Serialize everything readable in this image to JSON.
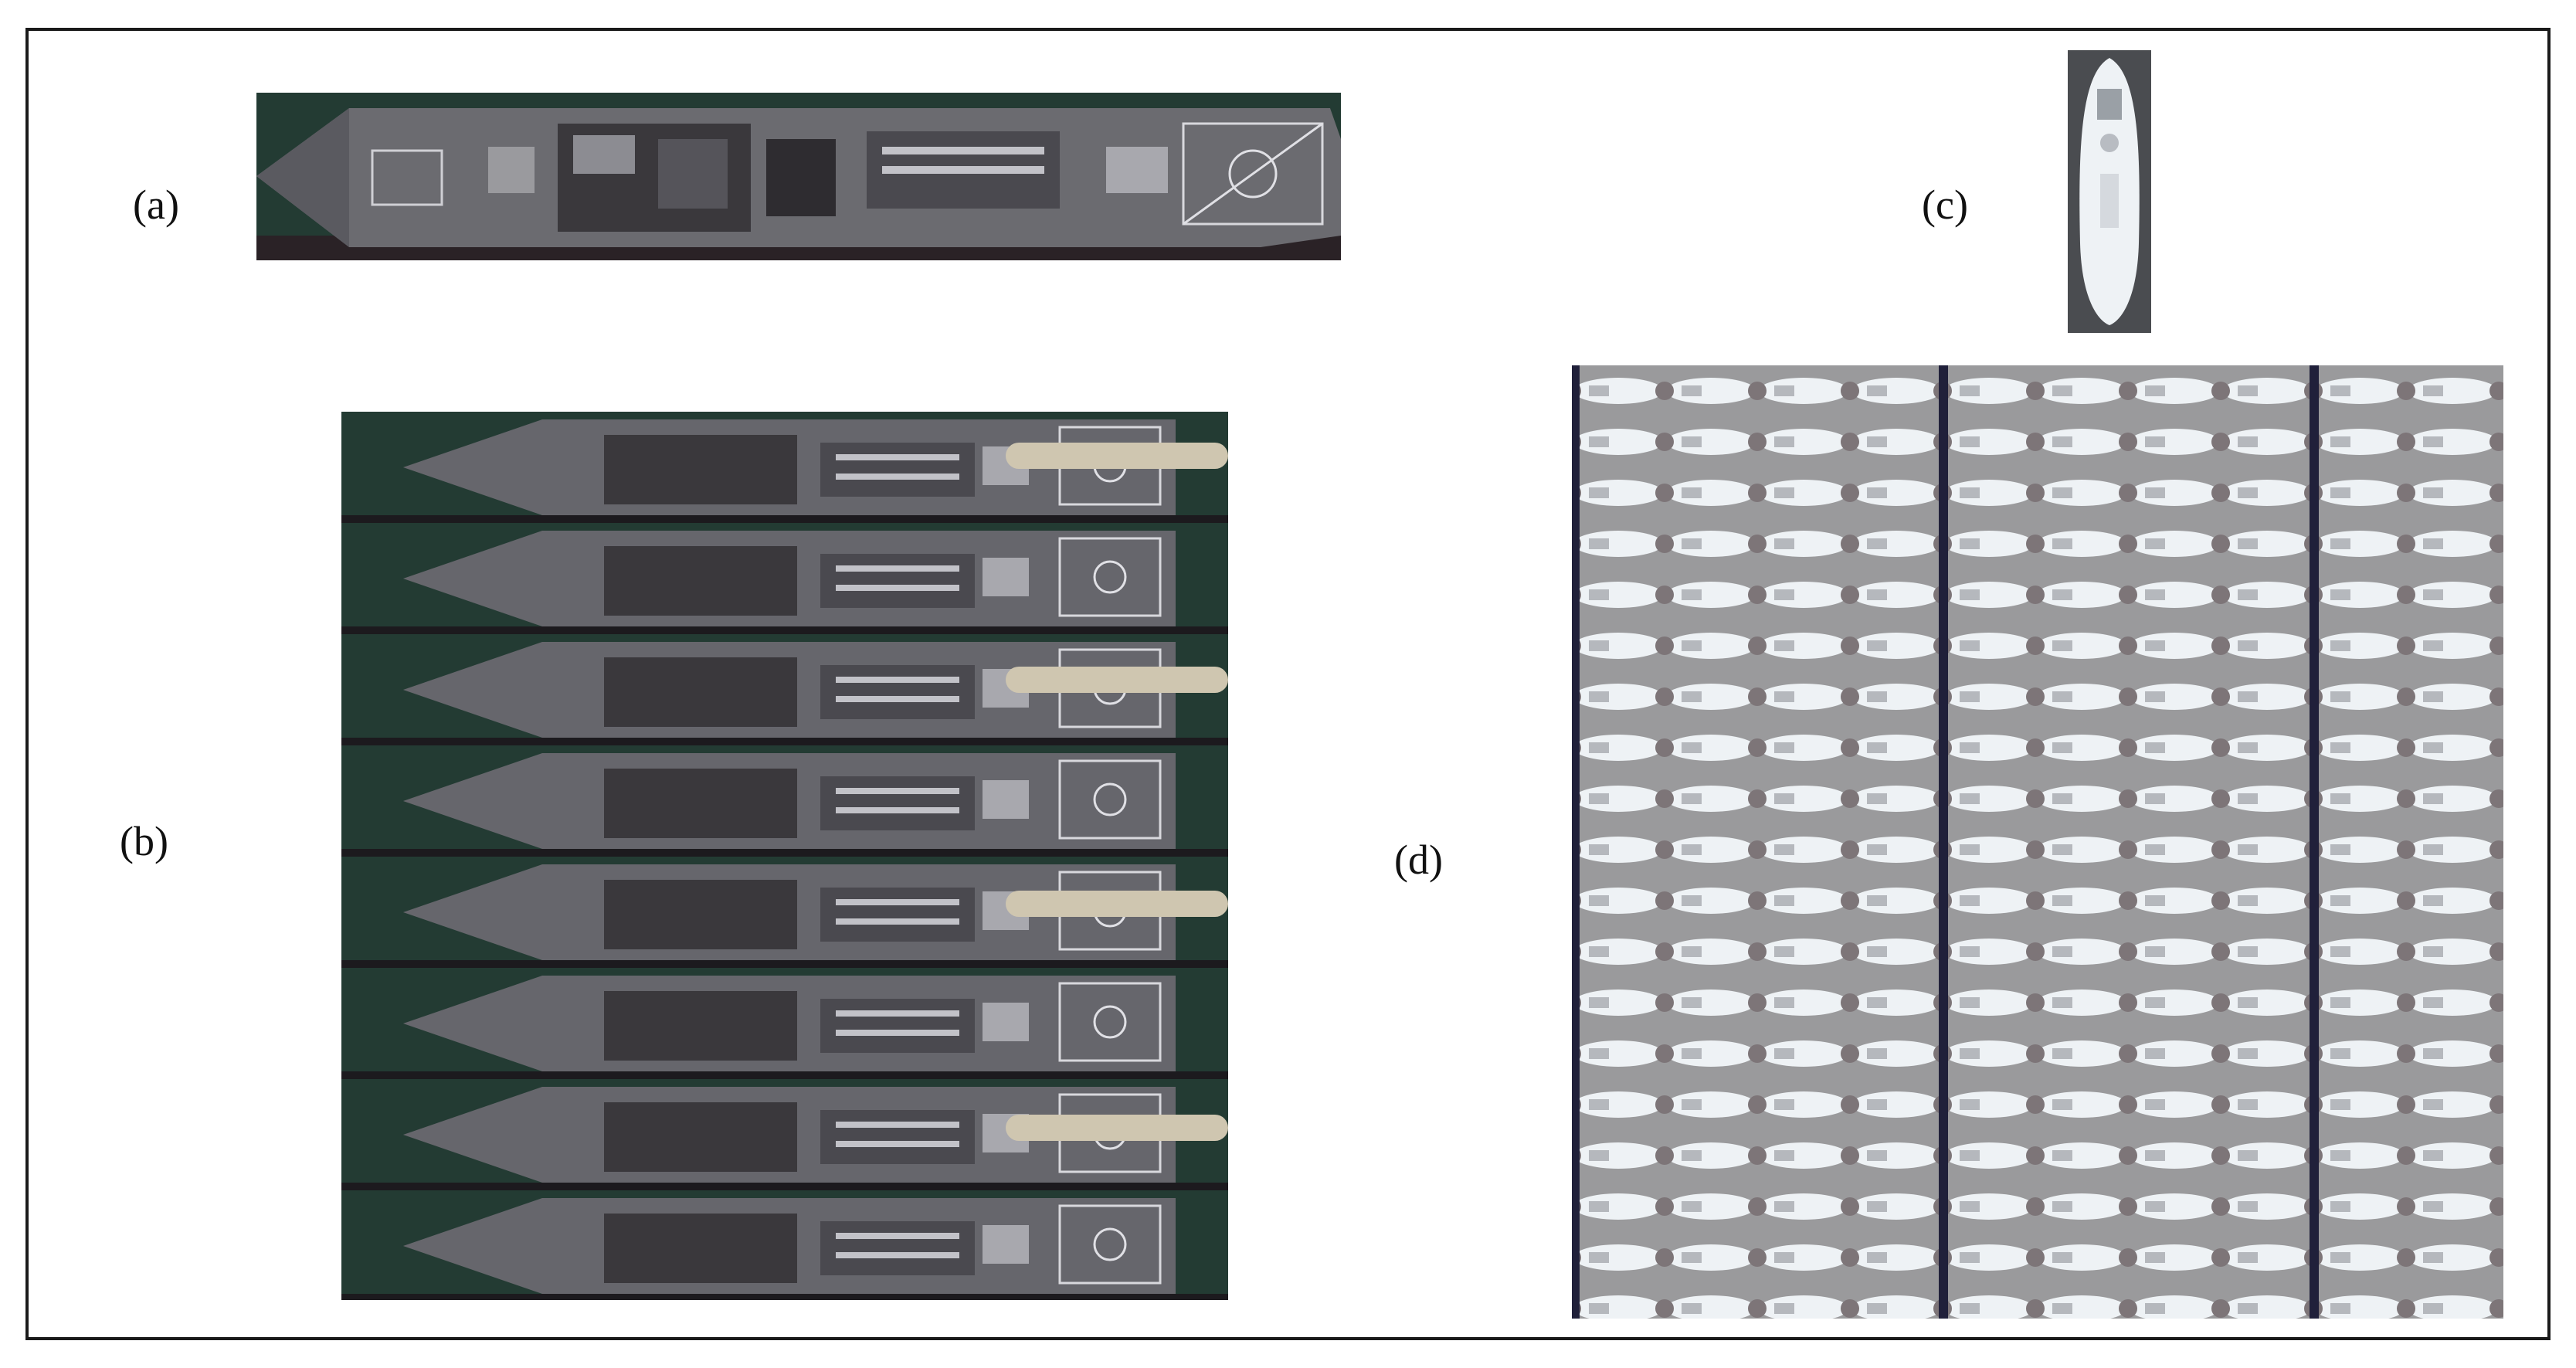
{
  "figure": {
    "panels": [
      {
        "id": "a",
        "label": "(a)",
        "content": "ship-satellite-image"
      },
      {
        "id": "b",
        "label": "(b)",
        "content": "tiled-ship-image-mosaic"
      },
      {
        "id": "c",
        "label": "(c)",
        "content": "small-ship-satellite-image"
      },
      {
        "id": "d",
        "label": "(d)",
        "content": "tiled-small-ship-mosaic"
      }
    ]
  },
  "colors": {
    "water_dark": "#233b33",
    "hull_gray": "#6b6b70",
    "deck_light": "#8a8a8e",
    "shadow": "#1c1a1e",
    "ship_white": "#eef2f5",
    "mosaic_gray": "#9a9a9c",
    "mosaic_line": "#20203a",
    "frame": "#1a1a1a"
  }
}
